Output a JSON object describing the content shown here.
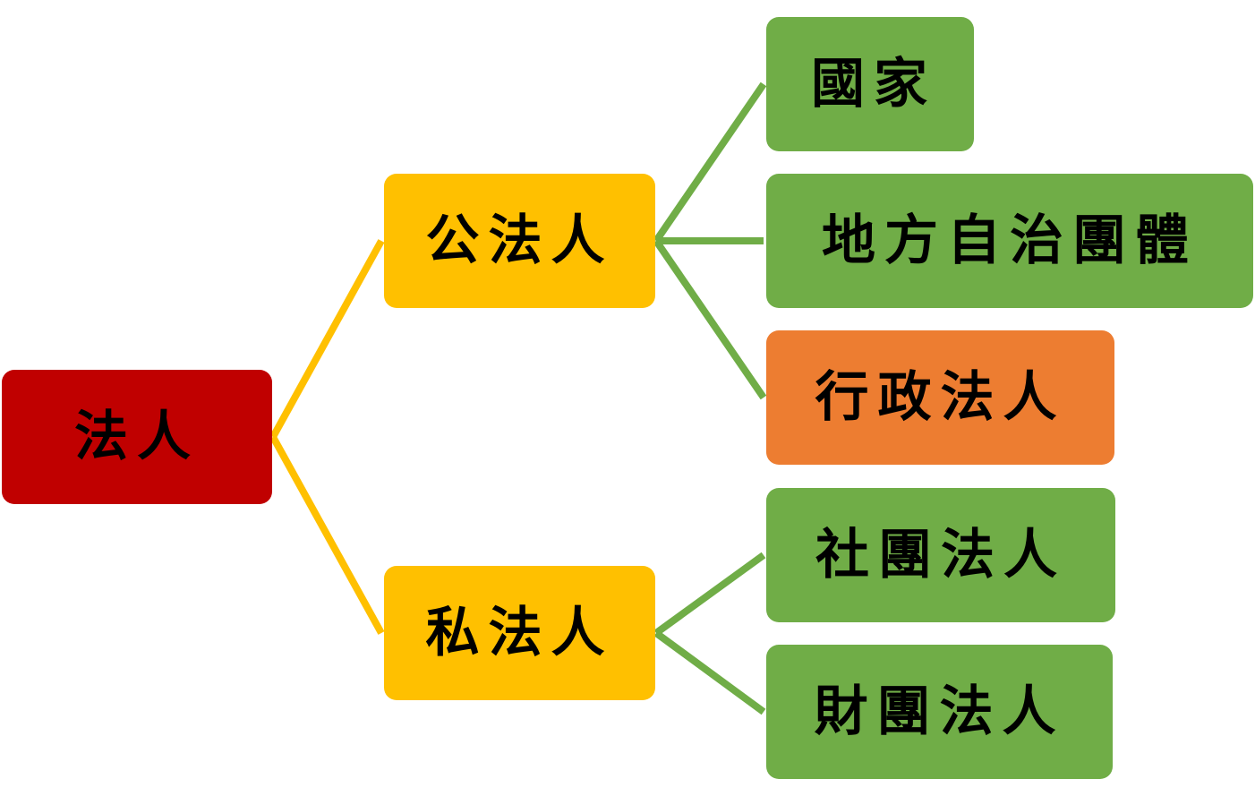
{
  "diagram": {
    "root": {
      "label": "法人",
      "color": "#c00000"
    },
    "branches": [
      {
        "label": "公法人",
        "color": "#ffc000",
        "children": [
          {
            "label": "國家",
            "color": "#70ad47"
          },
          {
            "label": "地方自治團體",
            "color": "#70ad47"
          },
          {
            "label": "行政法人",
            "color": "#ed7d31"
          }
        ]
      },
      {
        "label": "私法人",
        "color": "#ffc000",
        "children": [
          {
            "label": "社團法人",
            "color": "#70ad47"
          },
          {
            "label": "財團法人",
            "color": "#70ad47"
          }
        ]
      }
    ],
    "connector_colors": {
      "level1": "#ffc000",
      "level2": "#70ad47"
    }
  }
}
